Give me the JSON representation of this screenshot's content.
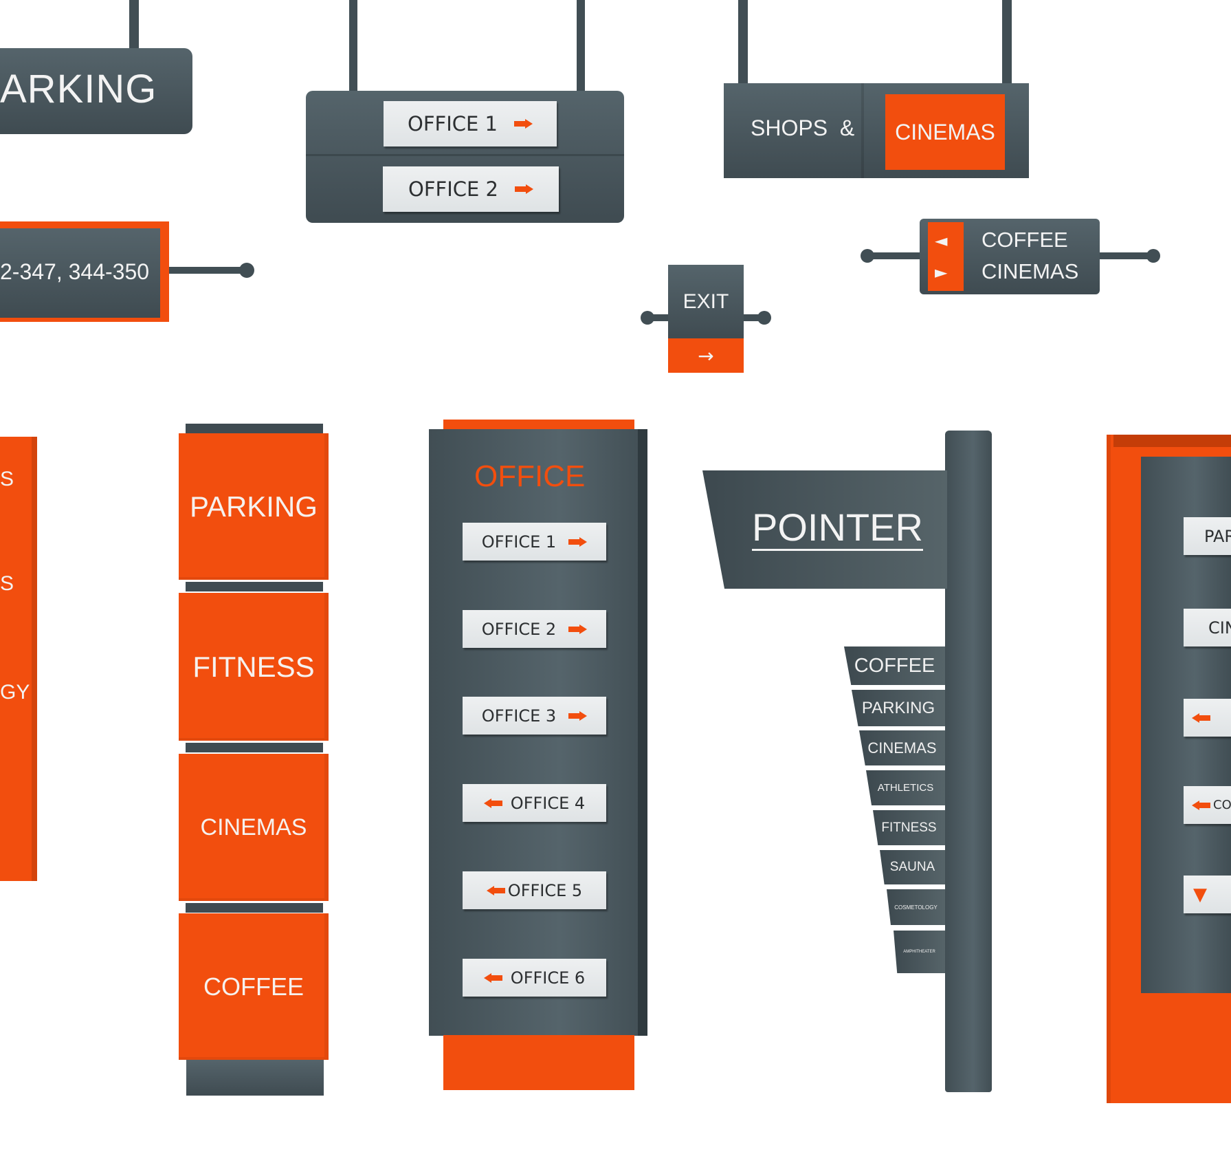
{
  "signs": {
    "parking_hang": {
      "text": "ARKING"
    },
    "office_hang": {
      "office1": "OFFICE 1",
      "office2": "OFFICE 2"
    },
    "shops_hang": {
      "left": "SHOPS  &",
      "right": "CINEMAS"
    },
    "room_wall": {
      "text": "2-347, 344-350"
    },
    "exit_sign": {
      "text": "EXIT",
      "arrow": "→"
    },
    "coffee_wall": {
      "line1": "COFFEE",
      "line2": "CINEMAS"
    },
    "left_pillar": {
      "l1": "S",
      "l2": "S",
      "l3": "GY"
    },
    "cubes": {
      "c1": "PARKING",
      "c2": "FITNESS",
      "c3": "CINEMAS",
      "c4": "COFFEE"
    },
    "office_totem": {
      "title": "OFFICE",
      "items": [
        "OFFICE 1",
        "OFFICE 2",
        "OFFICE 3",
        "OFFICE 4",
        "OFFICE 5",
        "OFFICE 6"
      ]
    },
    "pointer": {
      "title": "POINTER",
      "tabs": [
        "COFFEE",
        "PARKING",
        "CINEMAS",
        "ATHLETICS",
        "FITNESS",
        "SAUNA",
        "COSMETOLOGY",
        "AMPHITHEATER"
      ]
    },
    "right_totem": {
      "p1": "PAR",
      "p2": "CIN",
      "p4": "CO"
    }
  },
  "colors": {
    "accent": "#f24e0e",
    "panel": "#4a575d",
    "plate": "#e6e9eb"
  }
}
